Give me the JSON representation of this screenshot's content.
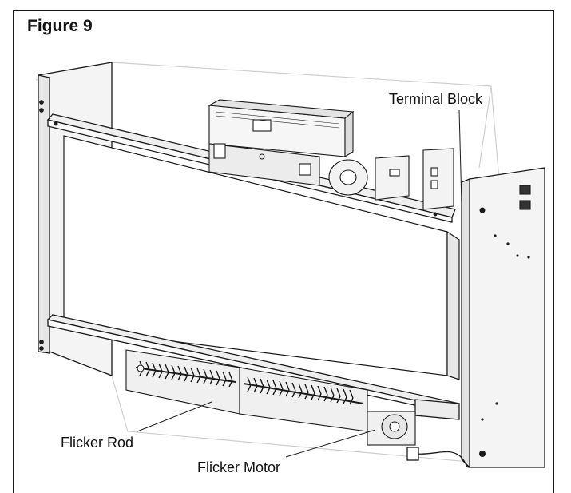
{
  "figure": {
    "title": "Figure 9"
  },
  "callouts": {
    "terminal_block": "Terminal Block",
    "flicker_rod": "Flicker Rod",
    "flicker_motor": "Flicker Motor"
  },
  "colors": {
    "line": "#1a1a1a",
    "ghost": "#c8c8c8",
    "panel": "#f4f4f4"
  }
}
